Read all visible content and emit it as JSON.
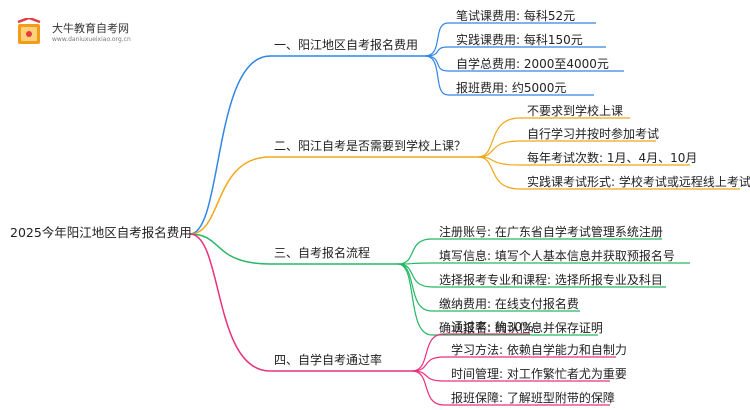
{
  "logo": {
    "title": "大牛教育自考网",
    "url": "www.daniuxueixiao.org.cn"
  },
  "root": "2025今年阳江地区自考报名费用",
  "branches": [
    {
      "label": "一、阳江地区自考报名费用",
      "color": "#2f86e6",
      "children": [
        "笔试课费用: 每科52元",
        "实践课费用: 每科150元",
        "自学总费用: 2000至4000元",
        "报班费用: 约5000元"
      ]
    },
    {
      "label": "二、阳江自考是否需要到学校上课？",
      "color": "#f0a818",
      "children": [
        "不要求到学校上课",
        "自行学习并按时参加考试",
        "每年考试次数: 1月、4月、10月",
        "实践课考试形式: 学校考试或远程线上考试"
      ]
    },
    {
      "label": "三、自考报名流程",
      "color": "#25b866",
      "children": [
        "注册账号: 在广东省自学考试管理系统注册",
        "填写信息: 填写个人基本信息并获取预报名号",
        "选择报考专业和课程: 选择所报专业及科目",
        "缴纳费用: 在线支付报名费",
        "确认报名: 确认信息并保存证明"
      ]
    },
    {
      "label": "四、自学自考通过率",
      "color": "#e8317d",
      "children": [
        "通过率: 约30%",
        "学习方法: 依赖自学能力和自制力",
        "时间管理: 对工作繁忙者尤为重要",
        "报班保障: 了解班型附带的保障"
      ]
    }
  ]
}
